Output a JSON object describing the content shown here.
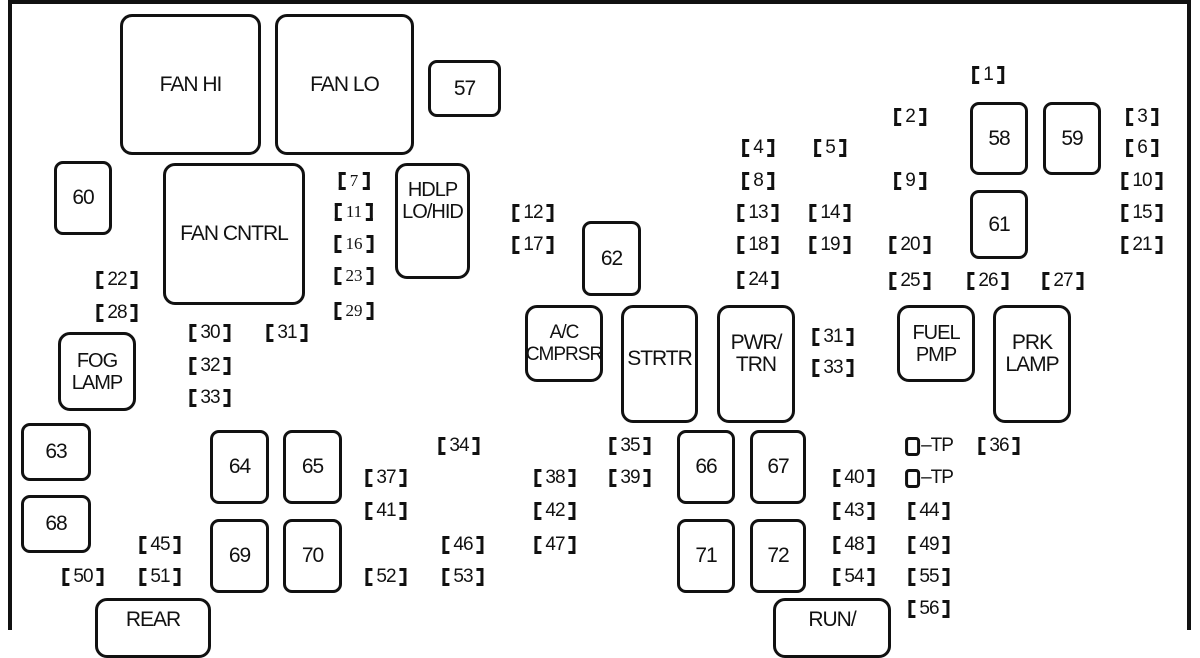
{
  "title": "Fuse Block Layout",
  "colors": {
    "line": "#111111",
    "background": "#ffffff"
  },
  "relays": [
    {
      "id": "fan-hi",
      "label": "FAN HI"
    },
    {
      "id": "fan-lo",
      "label": "FAN LO"
    },
    {
      "id": "r57",
      "label": "57"
    },
    {
      "id": "r60",
      "label": "60"
    },
    {
      "id": "fan-cntrl",
      "label": "FAN CNTRL"
    },
    {
      "id": "hdlp",
      "label": "HDLP\nLO/HID"
    },
    {
      "id": "r62",
      "label": "62"
    },
    {
      "id": "r58",
      "label": "58"
    },
    {
      "id": "r59",
      "label": "59"
    },
    {
      "id": "r61",
      "label": "61"
    },
    {
      "id": "fog-lamp",
      "label": "FOG\nLAMP"
    },
    {
      "id": "ac-cmprsr",
      "label": "A/C\nCMPRSR"
    },
    {
      "id": "strtr",
      "label": "STRTR"
    },
    {
      "id": "pwr-trn",
      "label": "PWR/\nTRN"
    },
    {
      "id": "fuel-pmp",
      "label": "FUEL\nPMP"
    },
    {
      "id": "prk-lamp",
      "label": "PRK\nLAMP"
    },
    {
      "id": "r63",
      "label": "63"
    },
    {
      "id": "r68",
      "label": "68"
    },
    {
      "id": "r64",
      "label": "64"
    },
    {
      "id": "r65",
      "label": "65"
    },
    {
      "id": "r69",
      "label": "69"
    },
    {
      "id": "r70",
      "label": "70"
    },
    {
      "id": "r66",
      "label": "66"
    },
    {
      "id": "r67",
      "label": "67"
    },
    {
      "id": "r71",
      "label": "71"
    },
    {
      "id": "r72",
      "label": "72"
    },
    {
      "id": "rear",
      "label": "REAR"
    },
    {
      "id": "run",
      "label": "RUN/"
    }
  ],
  "fuses": [
    "1",
    "2",
    "3",
    "4",
    "5",
    "6",
    "7",
    "8",
    "9",
    "10",
    "11",
    "12",
    "13",
    "14",
    "15",
    "16",
    "17",
    "18",
    "19",
    "20",
    "21",
    "22",
    "23",
    "24",
    "25",
    "26",
    "27",
    "28",
    "29",
    "30",
    "31",
    "32",
    "33",
    "34",
    "35",
    "36",
    "37",
    "38",
    "39",
    "31",
    "33",
    "40",
    "41",
    "42",
    "43",
    "44",
    "45",
    "46",
    "47",
    "48",
    "49",
    "50",
    "51",
    "52",
    "53",
    "54",
    "55",
    "56"
  ],
  "test_points": [
    "TP",
    "TP"
  ]
}
